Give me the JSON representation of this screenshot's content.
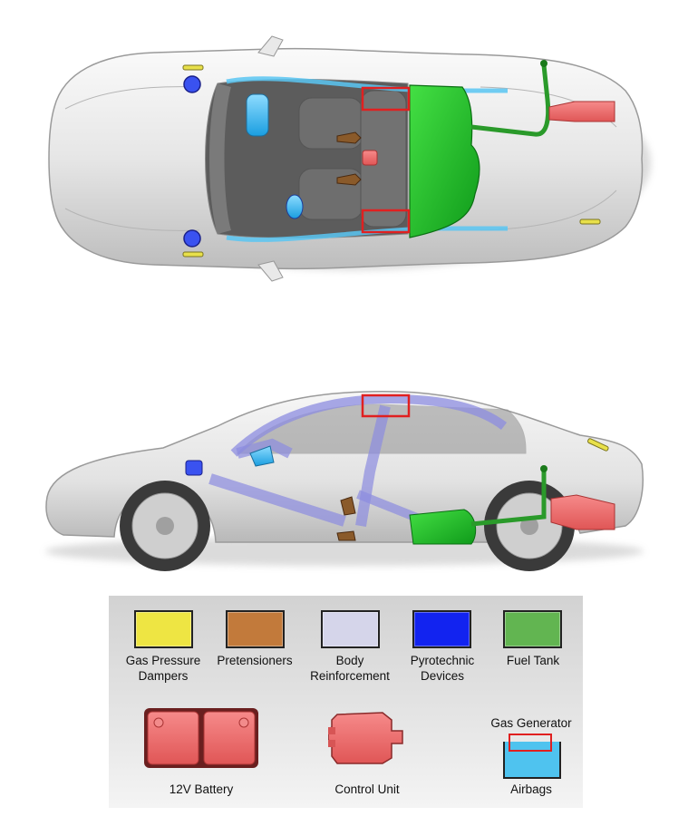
{
  "legend": {
    "gas_pressure_dampers": {
      "line1": "Gas Pressure",
      "line2": "Dampers",
      "color": "#eee543"
    },
    "pretensioners": {
      "label": "Pretensioners",
      "color": "#c27a3b"
    },
    "body_reinforcement": {
      "line1": "Body",
      "line2": "Reinforcement",
      "color": "#d5d5ea"
    },
    "pyrotechnic_devices": {
      "line1": "Pyrotechnic",
      "line2": "Devices",
      "color": "#1223f0"
    },
    "fuel_tank": {
      "label": "Fuel Tank",
      "color": "#62b551"
    },
    "battery": {
      "label": "12V Battery",
      "color": "#ef6e6e"
    },
    "control_unit": {
      "label": "Control Unit",
      "color": "#ef6e6e"
    },
    "gas_generator": {
      "label": "Gas Generator",
      "color": "#e02020"
    },
    "airbags": {
      "label": "Airbags",
      "color": "#4fc3ef"
    }
  }
}
